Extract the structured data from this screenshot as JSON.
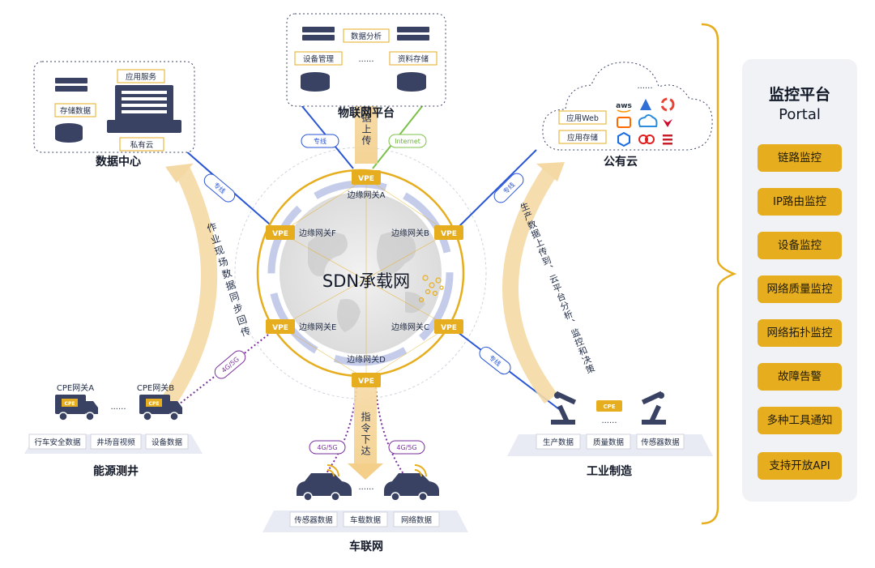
{
  "center": {
    "title": "SDN承载网"
  },
  "gateways": {
    "a": "边缘网关A",
    "b": "边缘网关B",
    "c": "边缘网关C",
    "d": "边缘网关D",
    "e": "边缘网关E",
    "f": "边缘网关F",
    "vpe_label": "VPE"
  },
  "data_center": {
    "title": "数据中心",
    "app_service": "应用服务",
    "storage_data": "存储数据",
    "private_cloud": "私有云"
  },
  "iot_platform": {
    "title": "物联网平台",
    "data_analysis": "数据分析",
    "device_mgmt": "设备管理",
    "ellipsis": "......",
    "data_storage": "资料存储"
  },
  "public_cloud": {
    "title": "公有云",
    "app_web": "应用Web",
    "app_storage": "应用存储",
    "ellipsis": "......",
    "providers": [
      "aws",
      "azure",
      "google-cloud",
      "aliyun",
      "tencent-cloud",
      "huawei-cloud",
      "other-cloud-1",
      "other-cloud-2",
      "other-cloud-3"
    ]
  },
  "energy": {
    "title": "能源测井",
    "cpe_a": "CPE网关A",
    "cpe_b": "CPE网关B",
    "cpe_tag": "CPE",
    "ellipsis": "......",
    "items": [
      "行车安全数据",
      "井场音视频",
      "设备数据"
    ]
  },
  "vehicle": {
    "title": "车联网",
    "ellipsis": "......",
    "items": [
      "传感器数据",
      "车载数据",
      "网络数据"
    ]
  },
  "industry": {
    "title": "工业制造",
    "cpe_tag": "CPE",
    "ellipsis": "......",
    "items": [
      "生产数据",
      "质量数据",
      "传感器数据"
    ]
  },
  "links": {
    "dedicated": "专线",
    "internet": "Internet",
    "mobile": "4G/5G"
  },
  "flows": {
    "upload": "数据上传",
    "downlink": "指令下达",
    "left_arc": "作业现场数据同步回传",
    "right_arc": "生产数据上传到、云平台分析、监控和决策"
  },
  "portal": {
    "title": "监控平台",
    "subtitle": "Portal",
    "items": [
      "链路监控",
      "IP路由监控",
      "设备监控",
      "网络质量监控",
      "网络拓扑监控",
      "故障告警",
      "多种工具通知",
      "支持开放API"
    ]
  },
  "colors": {
    "gold": "#e6ae1f",
    "blue": "#2a56d6",
    "purple": "#7a2f9e",
    "green": "#7cc24a",
    "ring_inner": "#c4ccea"
  }
}
